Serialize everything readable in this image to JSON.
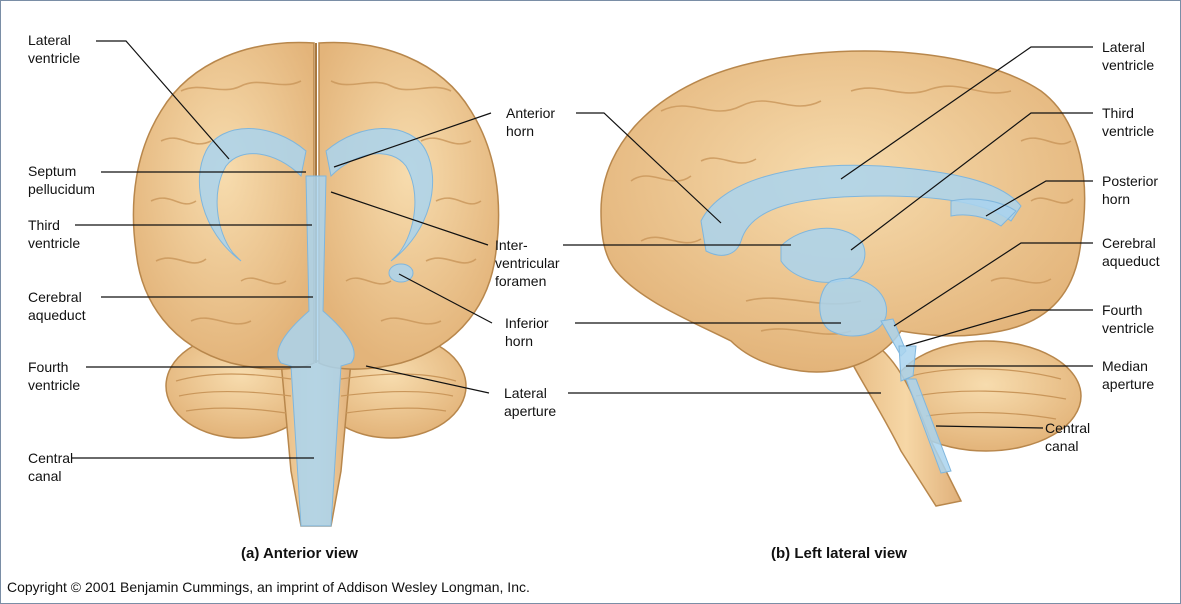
{
  "labels": {
    "a_lateral_ventricle": "Lateral\nventricle",
    "a_septum_pellucidum": "Septum\npellucidum",
    "a_third_ventricle": "Third\nventricle",
    "a_cerebral_aqueduct": "Cerebral\naqueduct",
    "a_fourth_ventricle": "Fourth\nventricle",
    "a_central_canal": "Central\ncanal",
    "m_anterior_horn": "Anterior\nhorn",
    "m_interventricular_foramen": "Inter-\nventricular\nforamen",
    "m_inferior_horn": "Inferior\nhorn",
    "m_lateral_aperture": "Lateral\naperture",
    "b_lateral_ventricle": "Lateral\nventricle",
    "b_third_ventricle": "Third\nventricle",
    "b_posterior_horn": "Posterior\nhorn",
    "b_cerebral_aqueduct": "Cerebral\naqueduct",
    "b_fourth_ventricle": "Fourth\nventricle",
    "b_median_aperture": "Median\naperture",
    "b_central_canal": "Central\ncanal"
  },
  "captions": {
    "anterior": "(a) Anterior view",
    "lateral": "(b) Left lateral view"
  },
  "copyright": "Copyright © 2001 Benjamin Cummings, an imprint of Addison Wesley Longman, Inc.",
  "colors": {
    "brain": "#f2cf98",
    "brain_dark": "#d9a86a",
    "ventricle": "#a9d3ef",
    "ventricle_edge": "#7fb6dd",
    "leader": "#111111"
  }
}
